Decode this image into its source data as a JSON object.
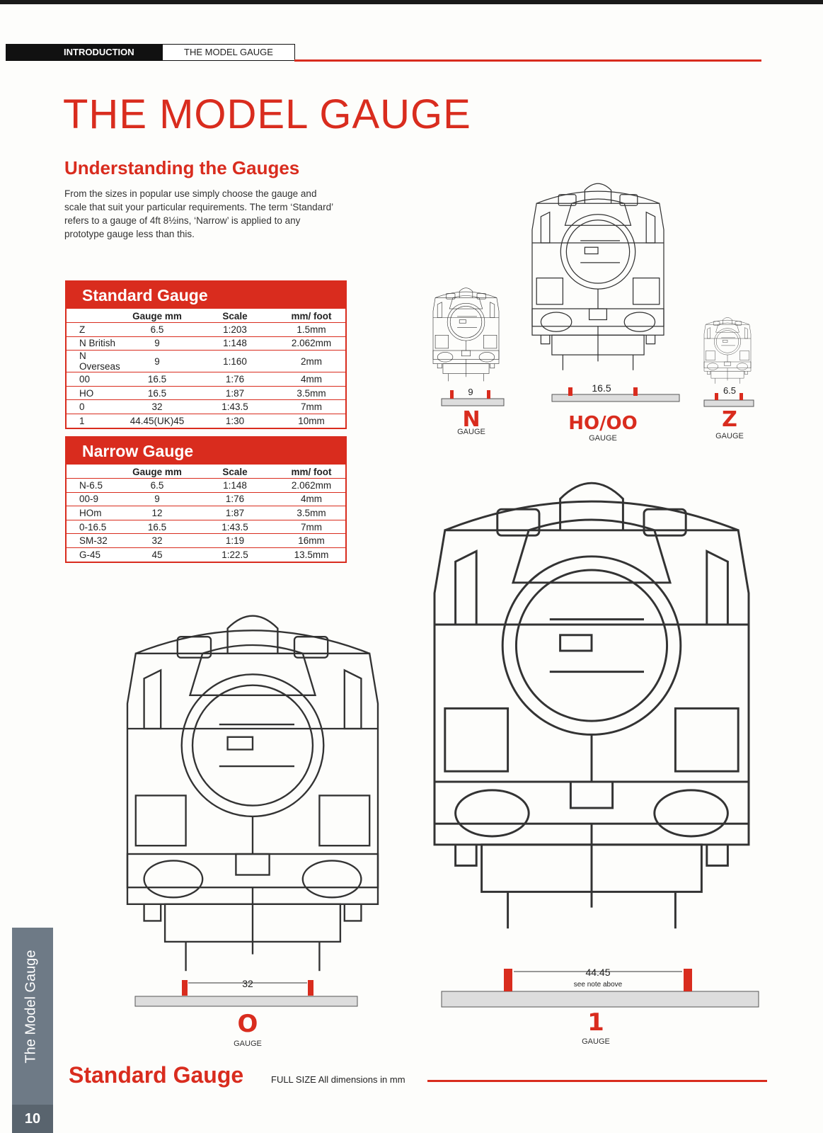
{
  "header": {
    "section_tab": "INTRODUCTION",
    "page_tab": "THE MODEL GAUGE"
  },
  "title": "THE MODEL GAUGE",
  "subtitle": "Understanding the Gauges",
  "intro": "From the sizes in popular use simply choose the gauge and scale that suit your particular requirements. The term ‘Standard’ refers to a gauge of 4ft 8½ins, ‘Narrow’ is applied to any prototype gauge less than this.",
  "standard_table": {
    "heading": "Standard Gauge",
    "columns": [
      "",
      "Gauge mm",
      "Scale",
      "mm/ foot"
    ],
    "rows": [
      [
        "Z",
        "6.5",
        "1:203",
        "1.5mm"
      ],
      [
        "N British",
        "9",
        "1:148",
        "2.062mm"
      ],
      [
        "N Overseas",
        "9",
        "1:160",
        "2mm"
      ],
      [
        "00",
        "16.5",
        "1:76",
        "4mm"
      ],
      [
        "HO",
        "16.5",
        "1:87",
        "3.5mm"
      ],
      [
        "0",
        "32",
        "1:43.5",
        "7mm"
      ],
      [
        "1",
        "44.45(UK)45",
        "1:30",
        "10mm"
      ]
    ]
  },
  "narrow_table": {
    "heading": "Narrow Gauge",
    "columns": [
      "",
      "Gauge mm",
      "Scale",
      "mm/ foot"
    ],
    "rows": [
      [
        "N-6.5",
        "6.5",
        "1:148",
        "2.062mm"
      ],
      [
        "00-9",
        "9",
        "1:76",
        "4mm"
      ],
      [
        "HOm",
        "12",
        "1:87",
        "3.5mm"
      ],
      [
        "0-16.5",
        "16.5",
        "1:43.5",
        "7mm"
      ],
      [
        "SM-32",
        "32",
        "1:19",
        "16mm"
      ],
      [
        "G-45",
        "45",
        "1:22.5",
        "13.5mm"
      ]
    ]
  },
  "gauges": {
    "n": {
      "label": "N",
      "word": "GAUGE",
      "dim": "9"
    },
    "ho": {
      "label": "HO/OO",
      "word": "GAUGE",
      "dim": "16.5"
    },
    "z": {
      "label": "Z",
      "word": "GAUGE",
      "dim": "6.5"
    },
    "o": {
      "label": "O",
      "word": "GAUGE",
      "dim": "32"
    },
    "one": {
      "label": "1",
      "word": "GAUGE",
      "dim": "44.45",
      "note": "see note above"
    }
  },
  "footer": {
    "title": "Standard Gauge",
    "sub": "FULL SIZE All dimensions in mm"
  },
  "sidebar": {
    "label": "The Model Gauge",
    "page_number": "10"
  },
  "colors": {
    "accent": "#d92c1e",
    "sidebar": "#6e7a86",
    "ink": "#222222"
  }
}
